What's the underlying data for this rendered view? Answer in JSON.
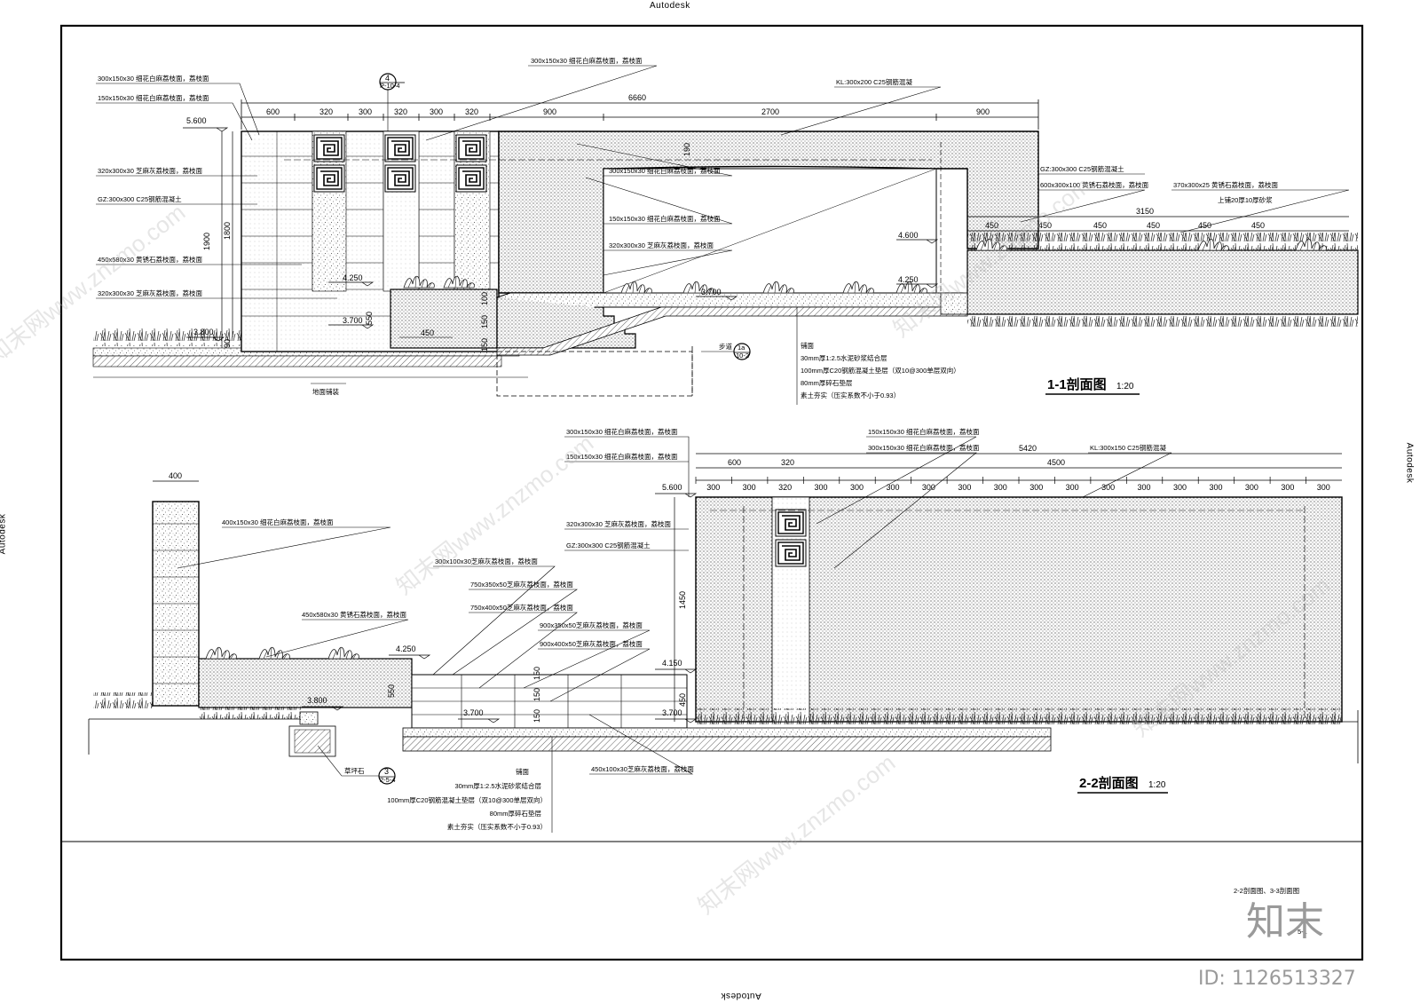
{
  "frame": {
    "edge_top": "Autodesk",
    "edge_bottom": "Autodesk",
    "edge_left": "Autodesk",
    "edge_right": "Autodesk"
  },
  "section1": {
    "title": "1-1剖面图",
    "scale": "1:20",
    "marker_num": "4",
    "marker_ref": "P-10-4",
    "marker2_num": "1a",
    "marker2_ref": "10-2",
    "marker2_label": "步道",
    "callouts": [
      "300x150x30 细花白麻荔枝面，荔枝面",
      "150x150x30 细花白麻荔枝面，荔枝面",
      "320x300x30 芝麻灰荔枝面，荔枝面",
      "GZ:300x300 C25钢筋混凝土",
      "450x580x30 黄锈石荔枝面，荔枝面",
      "320x300x30 芝麻灰荔枝面，荔枝面",
      "300x150x30 细花白麻荔枝面，荔枝面",
      "KL:300x200 C25钢筋混凝",
      "300x150x30 细花白麻荔枝面，荔枝面",
      "150x150x30 细花白麻荔枝面，荔枝面",
      "320x300x30 芝麻灰荔枝面，荔枝面",
      "GZ:300x300 C25钢筋混凝土",
      "600x300x100 黄锈石荔枝面，荔枝面",
      "370x300x25 黄锈石荔枝面，荔枝面",
      "上铺20厚10厚砂浆"
    ],
    "layers": [
      "铺面",
      "30mm厚1:2.5水泥砂浆结合层",
      "100mm厚C20钢筋混凝土垫层（双10@300单层双向）",
      "80mm厚碎石垫层",
      "素土夯实（压实系数不小于0.93）"
    ],
    "bottom_label": "地面铺装",
    "dims_top": [
      "600",
      "320",
      "300",
      "320",
      "300",
      "320",
      "900",
      "2700",
      "900"
    ],
    "dim_total": "6660",
    "dims_right": [
      "450",
      "450",
      "450",
      "450",
      "450",
      "450"
    ],
    "dim_right_total": "3150",
    "vert_dims": [
      "1900",
      "1800",
      "550",
      "150",
      "150",
      "100",
      "190",
      "90"
    ],
    "elevations": [
      "5.600",
      "4.250",
      "3.700",
      "3.800",
      "3.700",
      "4.600",
      "4.250"
    ]
  },
  "section2": {
    "title": "2-2剖面图",
    "scale": "1:20",
    "marker_num": "3",
    "marker_ref": "2-5-4",
    "marker_label": "草坪石",
    "pillar_width": "400",
    "callouts": [
      "400x150x30 细花白麻荔枝面，荔枝面",
      "450x580x30 黄锈石荔枝面，荔枝面",
      "300x150x30 细花白麻荔枝面，荔枝面",
      "150x150x30 细花白麻荔枝面，荔枝面",
      "320x300x30 芝麻灰荔枝面，荔枝面",
      "GZ:300x300 C25钢筋混凝土",
      "300x100x30芝麻灰荔枝面，荔枝面",
      "750x350x50芝麻灰荔枝面，荔枝面",
      "750x400x50芝麻灰荔枝面，荔枝面",
      "900x350x50芝麻灰荔枝面，荔枝面",
      "900x400x50芝麻灰荔枝面，荔枝面",
      "150x150x30 细花白麻荔枝面，荔枝面",
      "300x150x30 细花白麻荔枝面，荔枝面",
      "KL:300x150 C25钢筋混凝",
      "450x100x30芝麻灰荔枝面，荔枝面"
    ],
    "layers": [
      "铺面",
      "30mm厚1:2.5水泥砂浆结合层",
      "100mm厚C20钢筋混凝土垫层（双10@300单层双向）",
      "80mm厚碎石垫层",
      "素土夯实（压实系数不小于0.93）"
    ],
    "dims_top": [
      "600",
      "320",
      "4500"
    ],
    "dim_total": "5420",
    "dim_units": [
      "300",
      "300",
      "320",
      "300",
      "300",
      "300",
      "300",
      "300",
      "300",
      "300",
      "300",
      "300",
      "300",
      "300",
      "300",
      "300",
      "300",
      "300"
    ],
    "vert_dims": [
      "1450",
      "550",
      "450",
      "150",
      "150",
      "150"
    ],
    "elevations": [
      "5.600",
      "4.250",
      "4.150",
      "3.800",
      "3.700",
      "3.700"
    ]
  },
  "title_block": {
    "sheet_title": "2-2剖面图、3-3剖面图",
    "sheet_no": "5-1"
  },
  "watermark": {
    "brand": "知末",
    "id": "ID: 1126513327",
    "site": "知末网www.znzmo.com"
  }
}
